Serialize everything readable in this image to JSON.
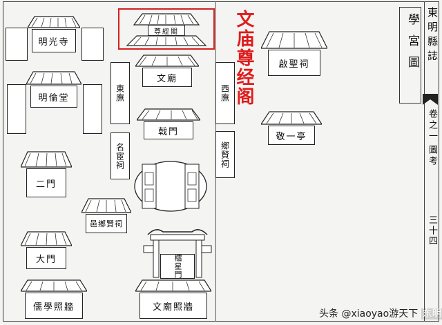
{
  "caption": "文庙尊经阁",
  "title_box": "學宮圖",
  "book_title": "東明縣誌",
  "volume": "卷之一",
  "section": "圖考",
  "page_no": "三十四",
  "footer": {
    "prefix": "头条",
    "handle": "@xiaoyao游天下",
    "brand": "东明通"
  },
  "buildings": {
    "zunjingge": "尊經閣",
    "mingguang": "明光寺",
    "minglun": "明倫堂",
    "wenmiao": "文廟",
    "jimen": "戟門",
    "ermen": "二門",
    "yixiang": "邑鄉賢祠",
    "damen": "大門",
    "lingxing": "櫺星門",
    "xuezhaobi": "儒學照牆",
    "wenmiao_zhaobi": "文廟照牆",
    "qisheng": "啟聖祠",
    "jingyi": "敬一亭"
  },
  "side_halls": {
    "left1": "東廡",
    "right1": "西廡",
    "left2": "名宦祠",
    "right2": "鄉賢祠"
  }
}
